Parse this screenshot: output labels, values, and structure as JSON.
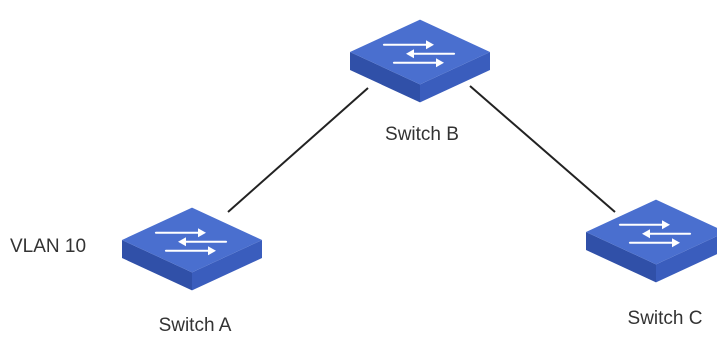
{
  "diagram": {
    "switches": [
      {
        "id": "switch-a",
        "label": "Switch A",
        "vlan": "VLAN 10"
      },
      {
        "id": "switch-b",
        "label": "Switch B"
      },
      {
        "id": "switch-c",
        "label": "Switch C"
      }
    ],
    "links": [
      {
        "from": "switch-a",
        "to": "switch-b"
      },
      {
        "from": "switch-b",
        "to": "switch-c"
      }
    ],
    "colors": {
      "switch_top": "#4a6fcf",
      "switch_left": "#3050a8",
      "switch_right": "#3a5dbd",
      "arrow": "#ffffff",
      "link": "#222222",
      "text": "#333333"
    }
  }
}
